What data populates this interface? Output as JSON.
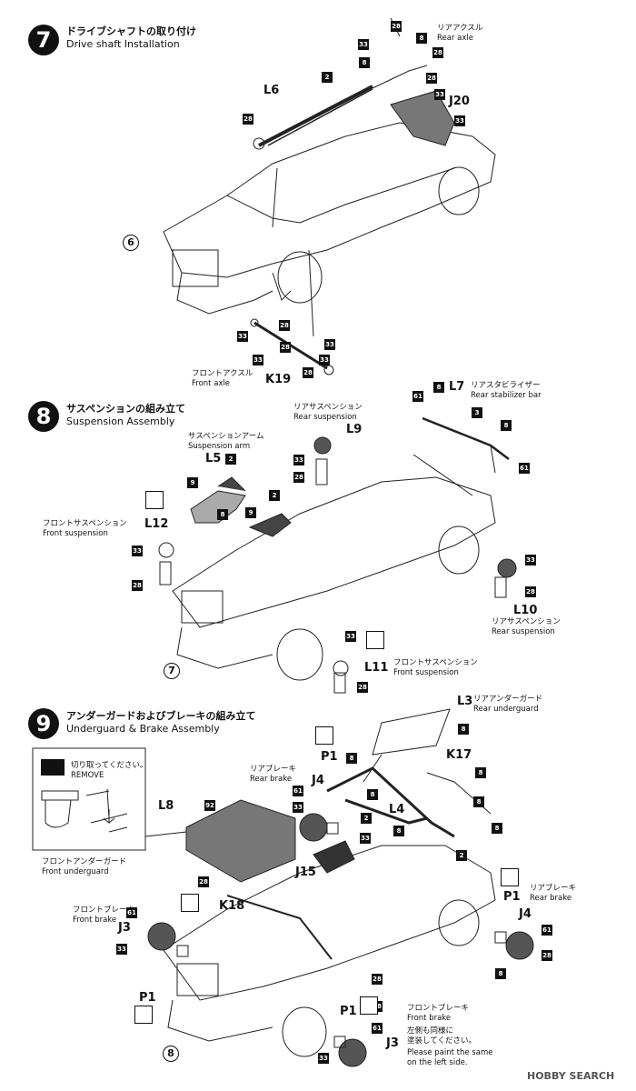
{
  "steps": [
    {
      "number": "7",
      "title_jp": "ドライブシャフトの取り付け",
      "title_en": "Drive shaft Installation",
      "ref": "6"
    },
    {
      "number": "8",
      "title_jp": "サスペンションの組み立て",
      "title_en": "Suspension Assembly",
      "ref": "7"
    },
    {
      "number": "9",
      "title_jp": "アンダーガードおよびブレーキの組み立て",
      "title_en": "Underguard & Brake Assembly",
      "ref": "8"
    }
  ],
  "step7": {
    "rear_axle_jp": "リアアクスル",
    "rear_axle_en": "Rear axle",
    "front_axle_jp": "フロントアクスル",
    "front_axle_en": "Front axle",
    "parts": {
      "l6": "L6",
      "j20": "J20",
      "k19": "K19"
    }
  },
  "step8": {
    "rear_stab_jp": "リアスタビライザー",
    "rear_stab_en": "Rear stabilizer bar",
    "rear_susp_jp": "リアサスペンション",
    "rear_susp_en": "Rear suspension",
    "susp_arm_jp": "サスペンションアーム",
    "susp_arm_en": "Suspension arm",
    "front_susp_jp": "フロントサスペンション",
    "front_susp_en": "Front suspension",
    "parts": {
      "l7": "L7",
      "l9": "L9",
      "l5": "L5",
      "l12": "L12",
      "l10": "L10",
      "l11": "L11"
    }
  },
  "step9": {
    "remove_jp": "切り取ってください。",
    "remove_en": "REMOVE",
    "front_under_jp": "フロントアンダーガード",
    "front_under_en": "Front underguard",
    "rear_under_jp": "リアアンダーガード",
    "rear_under_en": "Rear underguard",
    "rear_brake_jp": "リアブレーキ",
    "rear_brake_en": "Rear brake",
    "front_brake_jp": "フロントブレーキ",
    "front_brake_en": "Front brake",
    "paint_jp_1": "左側も同様に",
    "paint_jp_2": "塗装してください。",
    "paint_en_1": "Please paint the same",
    "paint_en_2": "on the left side.",
    "parts": {
      "l3": "L3",
      "k17": "K17",
      "l8": "L8",
      "p1": "P1",
      "j4": "J4",
      "l4": "L4",
      "j15": "J15",
      "k18": "K18",
      "j3": "J3"
    }
  },
  "numbers": {
    "n2": "2",
    "n3": "3",
    "n8": "8",
    "n9": "9",
    "n28": "28",
    "n33": "33",
    "n61": "61",
    "n92": "92"
  },
  "watermark": "HOBBY SEARCH"
}
